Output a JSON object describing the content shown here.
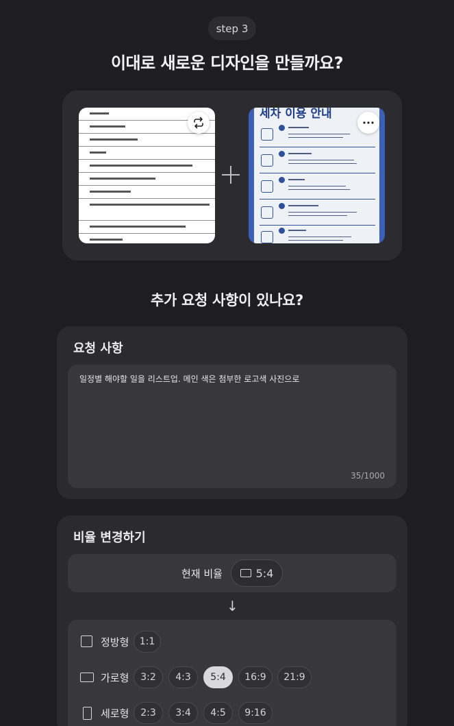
{
  "step_badge": "step 3",
  "title": "이대로 새로운 디자인을 만들까요?",
  "compose": {
    "doc_thumbnail_lines": [
      "",
      "",
      "",
      "",
      "",
      "",
      "",
      "",
      "",
      ""
    ],
    "poster_title": "세차 이용 안내",
    "swap_icon": "swap-icon",
    "more_icon": "more-icon",
    "plus_icon": "plus-icon"
  },
  "request_section_title": "추가 요청 사항이 있나요?",
  "request": {
    "label": "요청 사항",
    "value": "일정별 해야할 일을 리스트업. 메인 색은 첨부한 로고색 사진으로",
    "counter_current": "35",
    "counter_max": "/1000"
  },
  "ratio": {
    "label": "비율 변경하기",
    "current_label": "현재 비율",
    "current_value": "5:4",
    "arrow": "↓",
    "options": [
      {
        "name": "정방형",
        "icon": "square-shape-icon",
        "ratios": [
          "1:1"
        ],
        "selected": ""
      },
      {
        "name": "가로형",
        "icon": "landscape-shape-icon",
        "ratios": [
          "3:2",
          "4:3",
          "5:4",
          "16:9",
          "21:9"
        ],
        "selected": "5:4"
      },
      {
        "name": "세로형",
        "icon": "portrait-shape-icon",
        "ratios": [
          "2:3",
          "3:4",
          "4:5",
          "9:16"
        ],
        "selected": ""
      }
    ]
  },
  "colors": {
    "background": "#1e1e20",
    "card": "#2c2c30",
    "field": "#37373c",
    "selected_chip": "#d9d9dc",
    "poster_blue": "#3c5fb8"
  }
}
